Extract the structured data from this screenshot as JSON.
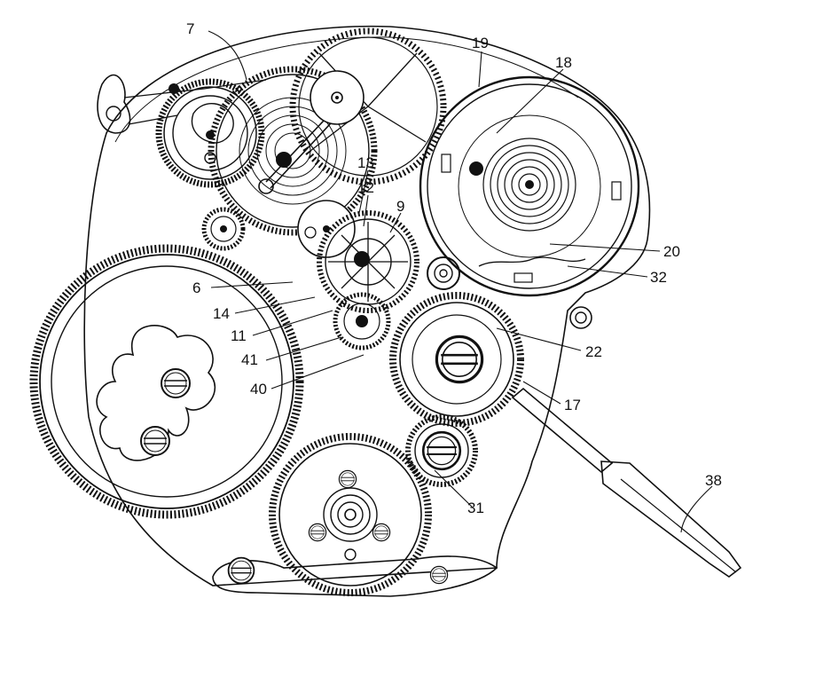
{
  "figure": {
    "labels": {
      "l7": "7",
      "l19": "19",
      "l18": "18",
      "l13": "13",
      "l12": "12",
      "l9": "9",
      "l20": "20",
      "l32": "32",
      "l6": "6",
      "l14": "14",
      "l11": "11",
      "l41": "41",
      "l40": "40",
      "l22": "22",
      "l17": "17",
      "l38": "38",
      "l31": "31"
    },
    "colors": {
      "ink": "#111111",
      "paper": "#ffffff"
    }
  }
}
